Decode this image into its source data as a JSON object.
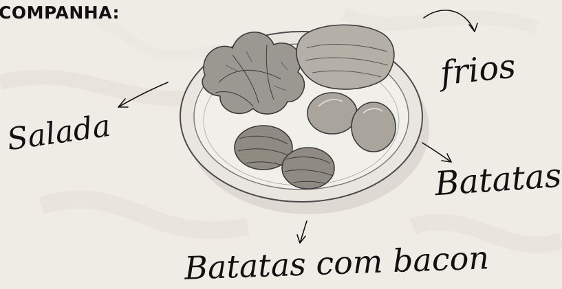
{
  "heading": "COMPANHA:",
  "labels": {
    "salada": "Salada",
    "frios": "frios",
    "batatas": "Batatas",
    "batatas_com_bacon": "Batatas com bacon"
  }
}
